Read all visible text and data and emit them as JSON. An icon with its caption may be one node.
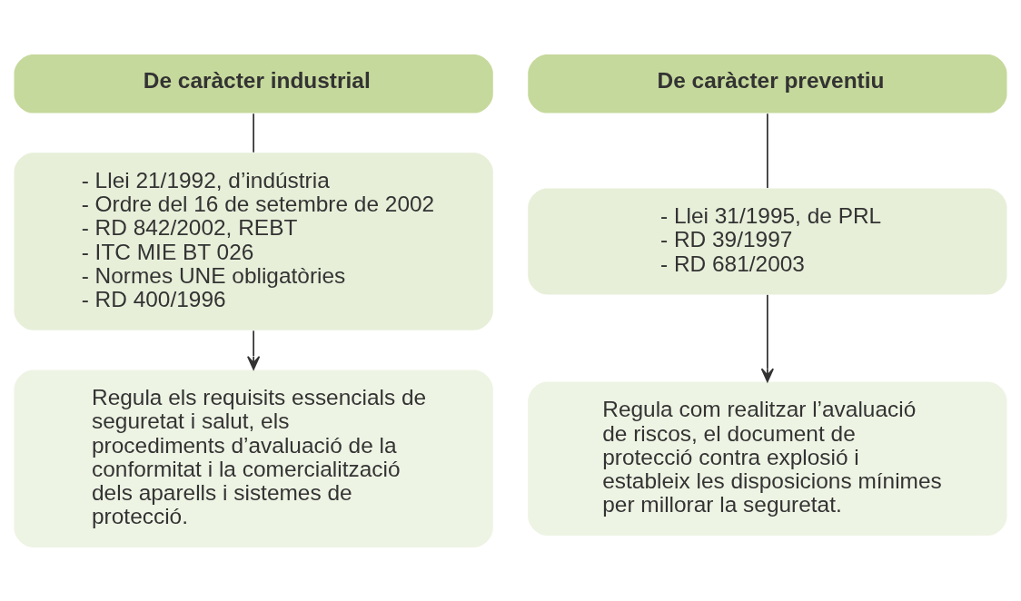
{
  "diagram": {
    "nodes": [
      {
        "text": [
          "De caràcter industrial"
        ]
      },
      {
        "text": [
          "- Llei 21/1992, d’indústria",
          "- Ordre del 16 de setembre de 2002",
          "- RD 842/2002, REBT",
          "- ITC MIE BT 026",
          "- Normes UNE obligatòries",
          "- RD 400/1996"
        ]
      },
      {
        "text": [
          "Regula els requisits essencials de seguretat i salut, els procediments d’avaluació de la conformitat i la comercialització dels aparells i sistemes de protecció."
        ]
      },
      {
        "text": [
          "De caràcter preventiu"
        ]
      },
      {
        "text": [
          "- Llei 31/1995, de PRL",
          "- RD 39/1997",
          "- RD 681/2003"
        ]
      },
      {
        "text": [
          "Regula com realitzar l’avaluació de riscos, el document de protecció contra explosió i estableix les disposicions mínimes per millorar la seguretat."
        ]
      }
    ],
    "edges": [
      {
        "from": 0,
        "to": 1,
        "arrow": "none"
      },
      {
        "from": 1,
        "to": 2,
        "arrow": "to"
      },
      {
        "from": 3,
        "to": 4,
        "arrow": "none"
      },
      {
        "from": 4,
        "to": 5,
        "arrow": "to"
      }
    ]
  }
}
